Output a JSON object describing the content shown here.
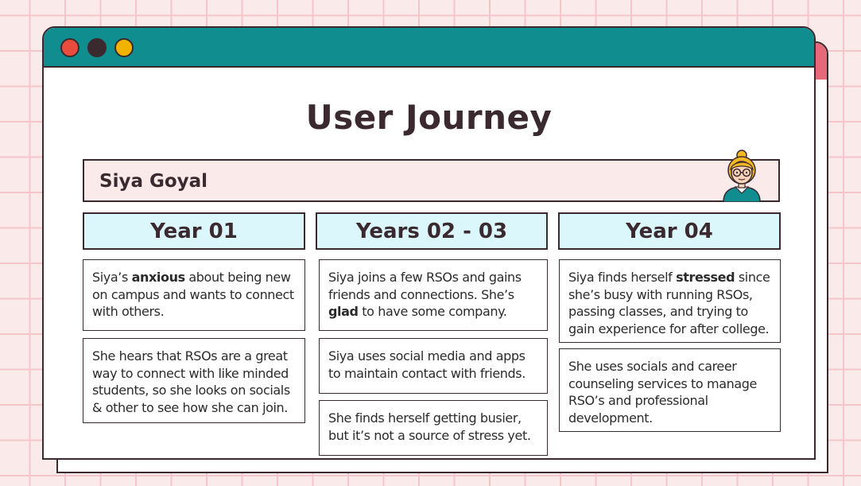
{
  "window": {
    "controls": [
      {
        "name": "close",
        "color": "#e94c3d"
      },
      {
        "name": "minimize",
        "color": "#3a2a30"
      },
      {
        "name": "maximize",
        "color": "#f0b400"
      }
    ],
    "titlebar_color": "#108e8f",
    "back_window_accent": "#e46a7a"
  },
  "page": {
    "title": "User Journey",
    "persona_name": "Siya Goyal",
    "avatar_icon": "woman-with-glasses-avatar"
  },
  "columns": [
    {
      "header": "Year 01",
      "cards": [
        {
          "pre": "Siya’s ",
          "bold": "anxious",
          "post": " about being new on campus and wants to connect with others."
        },
        {
          "pre": "",
          "bold": "",
          "post": "She hears that RSOs are a great way to connect with like minded students, so she looks on socials & other to see how she can join."
        }
      ]
    },
    {
      "header": "Years 02 - 03",
      "cards": [
        {
          "pre": "Siya joins a few RSOs and gains friends and connections. She’s ",
          "bold": "glad",
          "post": " to have some company."
        },
        {
          "pre": "",
          "bold": "",
          "post": "Siya uses social media and apps to maintain contact with friends."
        },
        {
          "pre": "",
          "bold": "",
          "post": "She finds herself getting busier, but it’s not a source of stress yet."
        }
      ]
    },
    {
      "header": "Year 04",
      "cards": [
        {
          "pre": "Siya finds herself ",
          "bold": "stressed",
          "post": " since she’s busy with running RSOs, passing classes, and trying to gain experience for after college."
        },
        {
          "pre": "",
          "bold": "",
          "post": "She uses socials and career counseling services to manage RSO’s and professional development."
        }
      ]
    }
  ]
}
